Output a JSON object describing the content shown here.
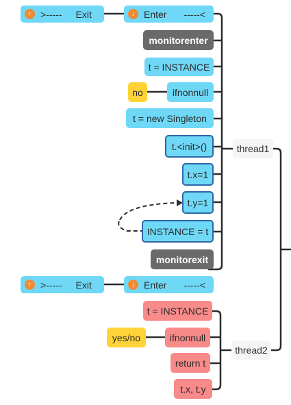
{
  "top": {
    "exit": {
      "left_text": ">-----",
      "right_text": "Exit"
    },
    "enter": {
      "left_text": "Enter",
      "right_text": "-----<"
    }
  },
  "thread1": {
    "label": "thread1",
    "monitorenter": "monitorenter",
    "t_instance": "t = INSTANCE",
    "no": "no",
    "ifnonnull": "ifnonnull",
    "new_singleton": "t = new Singleton",
    "init": "t.<init>()",
    "tx": "t.x=1",
    "ty": "t.y=1",
    "instance_t": "INSTANCE = t",
    "monitorexit": "monitorexit"
  },
  "middle": {
    "exit": {
      "left_text": ">-----",
      "right_text": "Exit"
    },
    "enter": {
      "left_text": "Enter",
      "right_text": "-----<"
    }
  },
  "thread2": {
    "label": "thread2",
    "t_instance": "t = INSTANCE",
    "yes_no": "yes/no",
    "ifnonnull": "ifnonnull",
    "return_t": "return t",
    "txty": "t.x, t.y"
  },
  "icons": {
    "up": "arrow-up-icon",
    "down": "arrow-down-icon"
  },
  "colors": {
    "blue": "#6fd8f7",
    "dark": "#6a6a6a",
    "red": "#f88a8a",
    "yellow": "#fdd338",
    "orange": "#f08a34",
    "highlight_border": "#2f67a8",
    "connector": "#2b2b2b"
  }
}
